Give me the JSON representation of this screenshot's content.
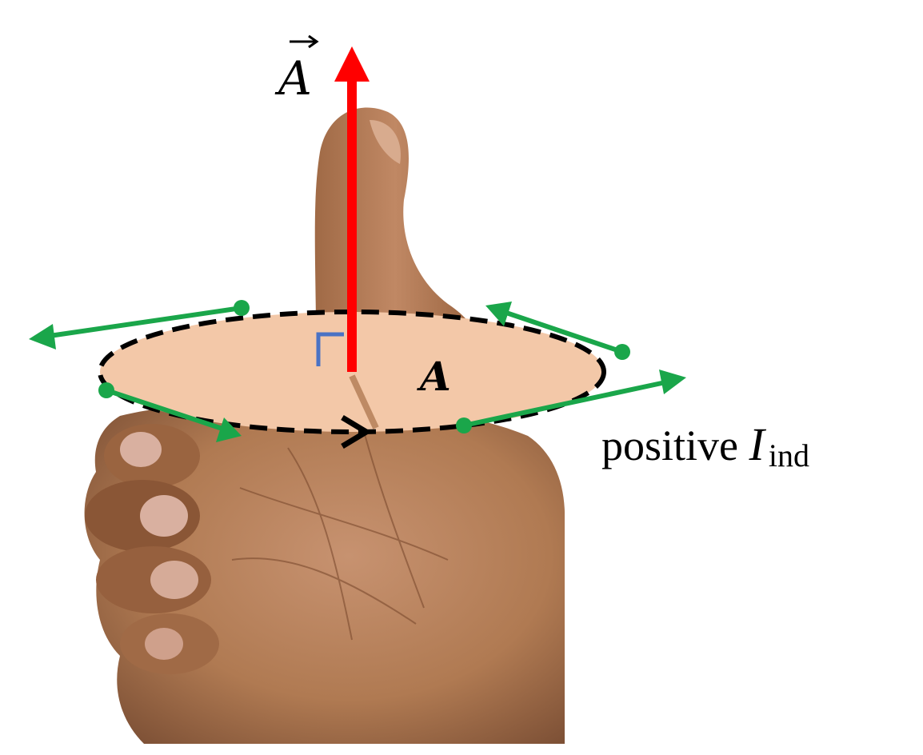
{
  "labels": {
    "area_vector": "A",
    "area": "A",
    "current_prefix": "positive ",
    "current_symbol": "I",
    "current_subscript": "ind"
  },
  "colors": {
    "area_vector_arrow": "#ff0000",
    "current_arrows": "#1aa64a",
    "area_fill": "#f3c8a8",
    "loop_outline": "#000000",
    "right_angle": "#4a72c4",
    "skin": "#b07a52"
  },
  "icons": {
    "vector_hat": "right-arrow-overline",
    "loop_direction": "chevron-arrow-right"
  }
}
